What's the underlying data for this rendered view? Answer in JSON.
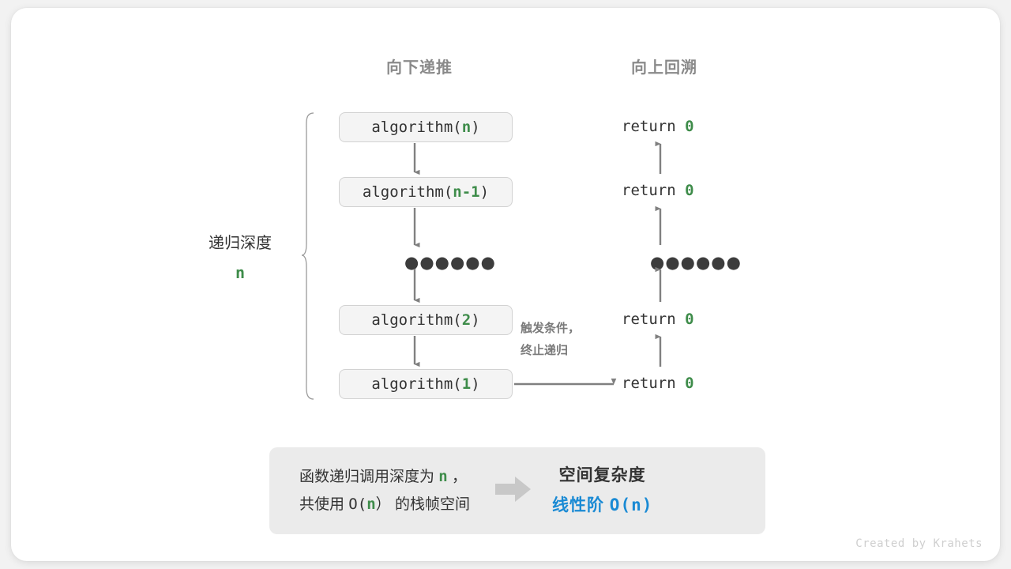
{
  "figure": {
    "columns": {
      "down_header": "向下递推",
      "up_header": "向上回溯"
    },
    "depth_label": {
      "text": "递归深度",
      "value": "n"
    },
    "calls": [
      {
        "name": "algorithm(",
        "arg": "n",
        "close": ")"
      },
      {
        "name": "algorithm(",
        "arg": "n-1",
        "close": ")"
      },
      {
        "name": "algorithm(",
        "arg": "2",
        "close": ")"
      },
      {
        "name": "algorithm(",
        "arg": "1",
        "close": ")"
      }
    ],
    "ellipsis": "●●●●●●",
    "returns": [
      {
        "keyword": "return",
        "value": "0"
      },
      {
        "keyword": "return",
        "value": "0"
      },
      {
        "keyword": "return",
        "value": "0"
      },
      {
        "keyword": "return",
        "value": "0"
      }
    ],
    "base_case_note": {
      "line1": "触发条件，",
      "line2": "终止递归"
    },
    "summary": {
      "left_line1_a": "函数递归调用深度为",
      "left_line1_n": "n",
      "left_line1_b": "，",
      "left_line2_a": "共使用",
      "left_line2_o": "O(",
      "left_line2_n": "n",
      "left_line2_c": "）",
      "left_line2_b": "的栈帧空间",
      "right_title": "空间复杂度",
      "right_value_text": "线性阶",
      "right_value_big_o": "O(n)"
    },
    "credit": "Created by Krahets",
    "colors": {
      "green": "#3e8c4a",
      "blue": "#1a8ad4",
      "gray_text": "#333333",
      "header_gray": "#8a8a8a",
      "arrow_gray": "#808080",
      "box_fill": "#f4f4f4",
      "box_border": "#d2d2d2",
      "panel_fill": "#ebebeb",
      "block_arrow": "#c8c8c8",
      "credit_gray": "#cfcfcf"
    }
  }
}
